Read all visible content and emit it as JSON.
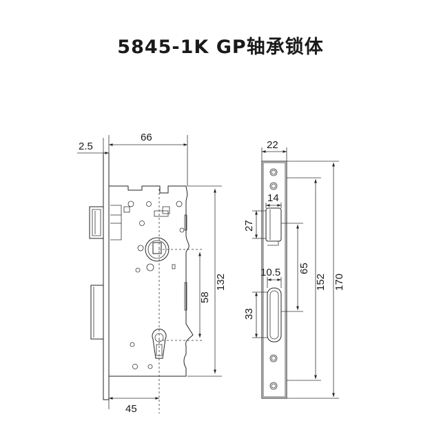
{
  "title": "5845-1K GP轴承锁体",
  "front_view": {
    "dim_faceplate_thickness": "2.5",
    "dim_backset_top": "66",
    "dim_handle_to_cylinder": "58",
    "dim_case_height": "132",
    "dim_backset_bottom": "45"
  },
  "side_view": {
    "dim_faceplate_width": "22",
    "dim_latch_projection": "14",
    "dim_latch_height": "27",
    "dim_latch_to_deadbolt": "65",
    "dim_screw_spacing": "152",
    "dim_faceplate_length": "170",
    "dim_deadbolt_width": "10.5",
    "dim_deadbolt_height": "33"
  }
}
